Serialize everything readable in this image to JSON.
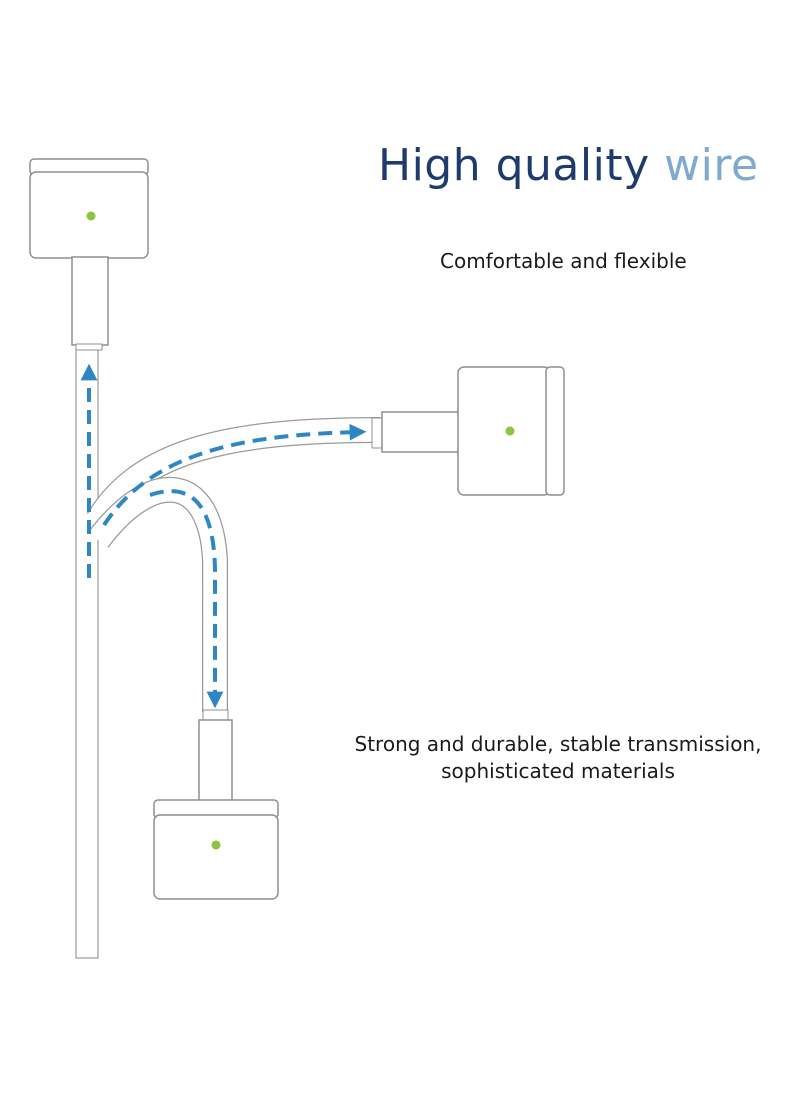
{
  "headline": {
    "part1": "High quality",
    "part2": "wire",
    "color_dark": "#1f3b6e",
    "color_light": "#7fa9cf"
  },
  "captions": {
    "flexible": "Comfortable and flexible",
    "durable_line1": "Strong and durable, stable transmission,",
    "durable_line2": "sophisticated materials"
  },
  "colors": {
    "arrow": "#2f86c4",
    "led": "#8cc63f",
    "cable_outline": "#9a9a9a"
  },
  "icons": [
    "magsafe-connector-icon",
    "dashed-arrow-icon",
    "led-indicator-icon"
  ]
}
